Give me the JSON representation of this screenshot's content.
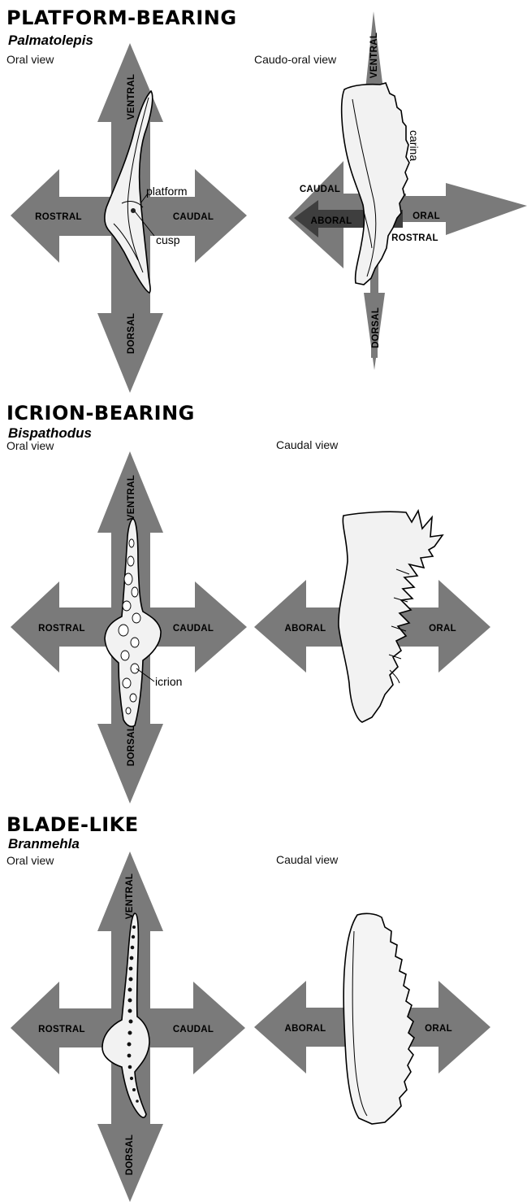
{
  "sections": [
    {
      "title": "PLATFORM-BEARING",
      "genus": "Palmatolepis",
      "left_view": "Oral view",
      "right_view": "Caudo-oral view",
      "left_dirs": {
        "top": "VENTRAL",
        "bottom": "DORSAL",
        "left": "ROSTRAL",
        "right": "CAUDAL"
      },
      "right_dirs": {
        "top": "VENTRAL",
        "bottom": "DORSAL",
        "caudal": "CAUDAL",
        "aboral": "ABORAL",
        "oral": "ORAL",
        "rostral": "ROSTRAL"
      },
      "labels": [
        "platform",
        "cusp",
        "carina"
      ]
    },
    {
      "title": "ICRION-BEARING",
      "genus": "Bispathodus",
      "left_view": "Oral view",
      "right_view": "Caudal view",
      "left_dirs": {
        "top": "VENTRAL",
        "bottom": "DORSAL",
        "left": "ROSTRAL",
        "right": "CAUDAL"
      },
      "right_dirs": {
        "left": "ABORAL",
        "right": "ORAL"
      },
      "labels": [
        "icrion"
      ]
    },
    {
      "title": "BLADE-LIKE",
      "genus": "Branmehla",
      "left_view": "Oral view",
      "right_view": "Caudal view",
      "left_dirs": {
        "top": "VENTRAL",
        "bottom": "DORSAL",
        "left": "ROSTRAL",
        "right": "CAUDAL"
      },
      "right_dirs": {
        "left": "ABORAL",
        "right": "ORAL"
      },
      "labels": []
    }
  ],
  "colors": {
    "arrow": "#7a7a7a",
    "arrow_dark": "#3e3e3e",
    "element_fill": "#f2f2f2"
  }
}
